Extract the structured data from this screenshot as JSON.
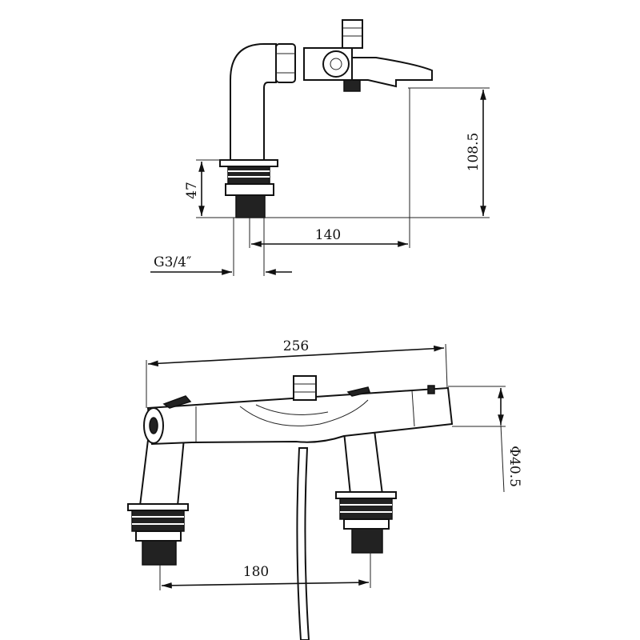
{
  "title": "Bath mixer tap dimension drawing",
  "side_view": {
    "height_label": "108.5",
    "base_height_label": "47",
    "reach_label": "140",
    "thread_label": "G3/4″"
  },
  "front_view": {
    "width_label": "256",
    "diameter_label": "Φ40.5",
    "centres_label": "180"
  },
  "colors": {
    "line": "#111111",
    "background": "#ffffff"
  }
}
